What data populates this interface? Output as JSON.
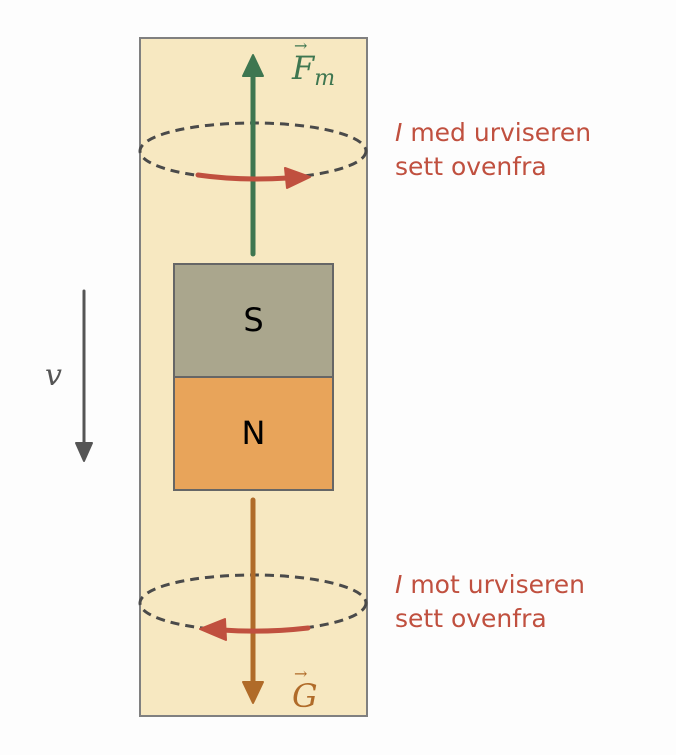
{
  "colors": {
    "background": "#fdfdfd",
    "tube": "#f7e8c1",
    "tube_border": "#808080",
    "magnetic_force": "#3e7650",
    "gravity": "#b06b29",
    "current": "#c0503f",
    "velocity": "#555555",
    "south_pole": "#aaa68d",
    "north_pole": "#e8a45a",
    "dashed_loop": "#4a4a4a"
  },
  "magnet": {
    "south_label": "S",
    "north_label": "N"
  },
  "forces": {
    "magnetic": {
      "symbol": "F",
      "subscript": "m",
      "vector_mark": "→"
    },
    "gravity": {
      "symbol": "G",
      "vector_mark": "→"
    }
  },
  "velocity": {
    "label": "v"
  },
  "currents": {
    "top": {
      "symbol": "I",
      "line1_rest": " med urviseren",
      "line2": "sett ovenfra"
    },
    "bottom": {
      "symbol": "I",
      "line1_rest": " mot urviseren",
      "line2": "sett ovenfra"
    }
  },
  "icons": {
    "up_arrow": "arrow-up-icon",
    "down_arrow": "arrow-down-icon",
    "clockwise": "clockwise-arrow-icon",
    "counterclockwise": "counterclockwise-arrow-icon"
  }
}
